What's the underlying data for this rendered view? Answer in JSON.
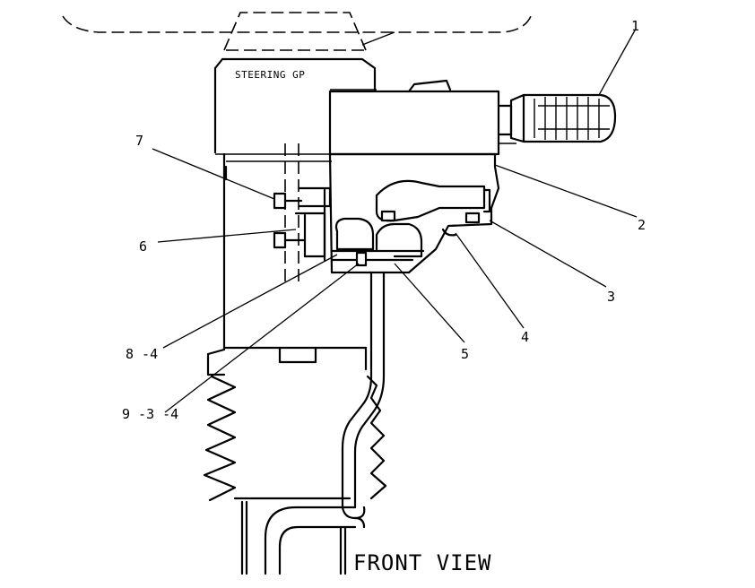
{
  "labels": {
    "assembly": "STEERING GP",
    "view": "FRONT VIEW"
  },
  "callouts": [
    {
      "id": "c1",
      "text": "1"
    },
    {
      "id": "c2",
      "text": "2"
    },
    {
      "id": "c3",
      "text": "3"
    },
    {
      "id": "c4",
      "text": "4"
    },
    {
      "id": "c5",
      "text": "5"
    },
    {
      "id": "c6",
      "text": "6"
    },
    {
      "id": "c7",
      "text": "7"
    },
    {
      "id": "c8",
      "text": "8 -4"
    },
    {
      "id": "c9",
      "text": "9 -3 -4"
    }
  ]
}
